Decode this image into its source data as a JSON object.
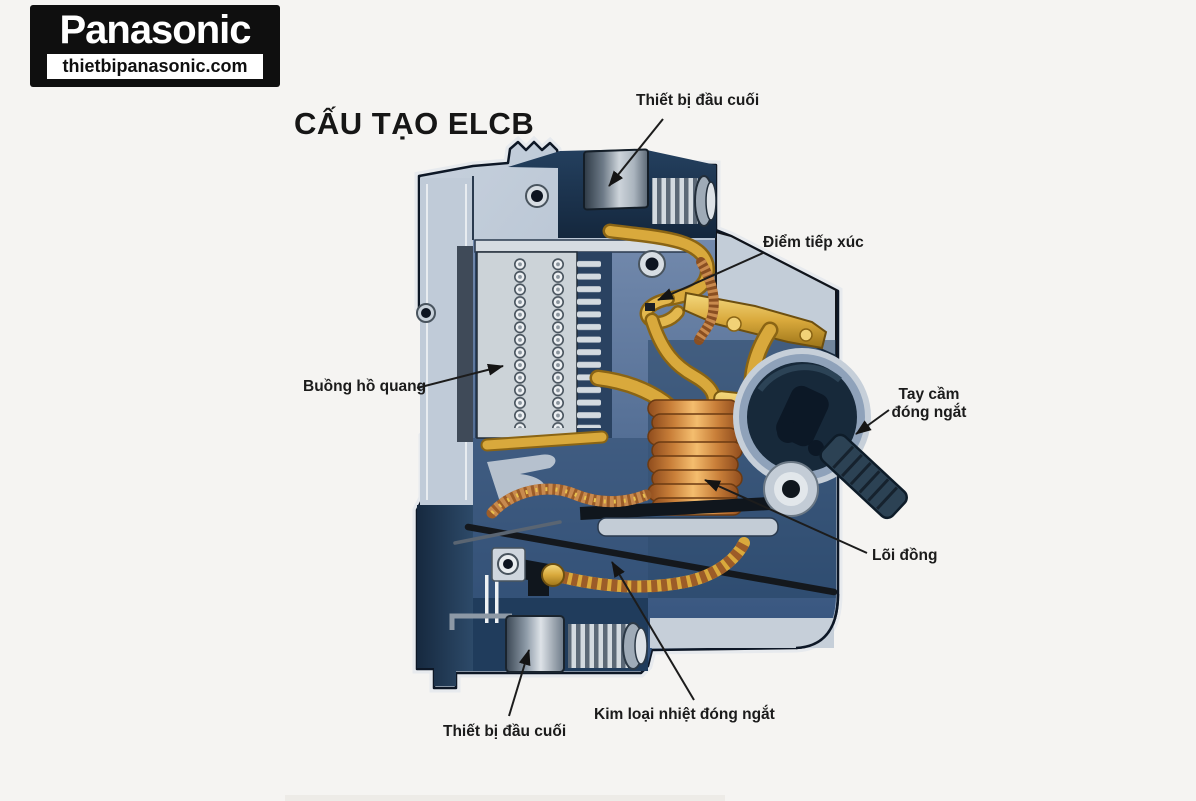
{
  "logo": {
    "brand": "Panasonic",
    "website": "thietbipanasonic.com"
  },
  "diagram": {
    "title": "CẤU TẠO ELCB",
    "labels": {
      "terminal_top": "Thiết bị đầu cuối",
      "contact_point": "Điểm tiếp xúc",
      "arc_chamber": "Buồng hồ quang",
      "handle_line1": "Tay cầm",
      "handle_line2": "đóng ngắt",
      "copper_core": "Lõi đồng",
      "thermal_metal": "Kim loại nhiệt đóng ngắt",
      "terminal_bottom": "Thiết bị đầu cuối"
    }
  },
  "colors": {
    "background": "#f5f4f2",
    "logo_bg": "#0f0f0f",
    "logo_fg": "#ffffff",
    "label_text": "#1b1b1b",
    "body_light": "#b6c2d2",
    "body_dark": "#24405e",
    "brass": "#d9a93c",
    "copper_coil": "#c97f39",
    "copper_braid": "#9c5c28",
    "handle_dark": "#22384c",
    "metal_steel": "#8e9ba8"
  }
}
